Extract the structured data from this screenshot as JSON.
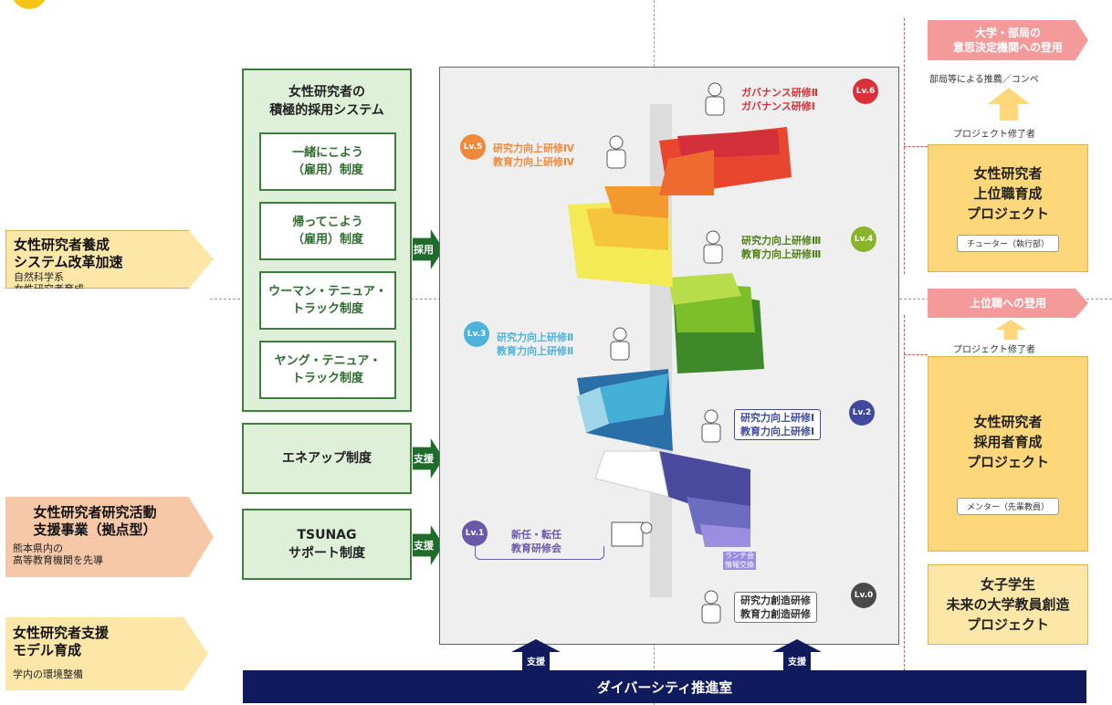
{
  "left_tags": [
    {
      "title": "女性研究者養成\nシステム改革加速",
      "sub": "自然科学系\n女性研究者育成",
      "color": "#fde7a8"
    },
    {
      "title": "女性研究者研究活動\n支援事業（拠点型）",
      "sub": "熊本県内の\n高等教育機関を先導",
      "color": "#f6c8a8"
    },
    {
      "title": "女性研究者支援\nモデル育成",
      "sub": "学内の環境整備",
      "color": "#fde7a8"
    }
  ],
  "green_column": {
    "title": "女性研究者の\n積極的採用システム",
    "items": [
      "一緒にこよう\n（雇用）制度",
      "帰ってこよう\n（雇用）制度",
      "ウーマン・テニュア・\nトラック制度",
      "ヤング・テニュア・\nトラック制度"
    ],
    "boxes": [
      "エネアップ制度",
      "TSUNAG\nサポート制度"
    ],
    "arrows": [
      "採用",
      "支援",
      "支援"
    ]
  },
  "levels": [
    {
      "badge": "Lv.6",
      "text": "ガバナンス研修Ⅱ\nガバナンス研修Ⅰ",
      "color": "#d9303a"
    },
    {
      "badge": "Lv.5",
      "text": "研究力向上研修Ⅳ\n教育力向上研修Ⅳ",
      "color": "#ef8a3c"
    },
    {
      "badge": "Lv.4",
      "text": "研究力向上研修Ⅲ\n教育力向上研修Ⅲ",
      "color": "#8ab42b"
    },
    {
      "badge": "Lv.3",
      "text": "研究力向上研修Ⅱ\n教育力向上研修Ⅱ",
      "color": "#4fb3d9"
    },
    {
      "badge": "Lv.2",
      "text": "研究力向上研修Ⅰ\n教育力向上研修Ⅰ",
      "color": "#3f4a9e"
    },
    {
      "badge": "Lv.1",
      "text": "新任・転任\n教育研修会",
      "color": "#6c58a8"
    },
    {
      "badge": "Lv.0",
      "text": "研究力創造研修\n教育力創造研修",
      "color": "#4a4a4a"
    }
  ],
  "stair_small_label": "ランチ会\n情報交換",
  "right_column": {
    "pink_top": "大学・部局の\n意思決定機関への登用",
    "top_note": "部局等による推薦／コンペ",
    "proj_done_1": "プロジェクト修了者",
    "proj1_title": "女性研究者\n上位職育成\nプロジェクト",
    "proj1_sub": "チューター（執行部）",
    "pink_mid": "上位職への登用",
    "proj_done_2": "プロジェクト修了者",
    "proj2_title": "女性研究者\n採用者育成\nプロジェクト",
    "proj2_sub": "メンター（先輩教員）",
    "proj3_title": "女子学生\n未来の大学教員創造\nプロジェクト"
  },
  "bottom": {
    "bar": "ダイバーシティ推進室",
    "support": "支援"
  },
  "colors": {
    "green": "#3f7d3f",
    "navy": "#0f1b5c",
    "yellow": "#fdd77a",
    "pink": "#f49a9a"
  }
}
